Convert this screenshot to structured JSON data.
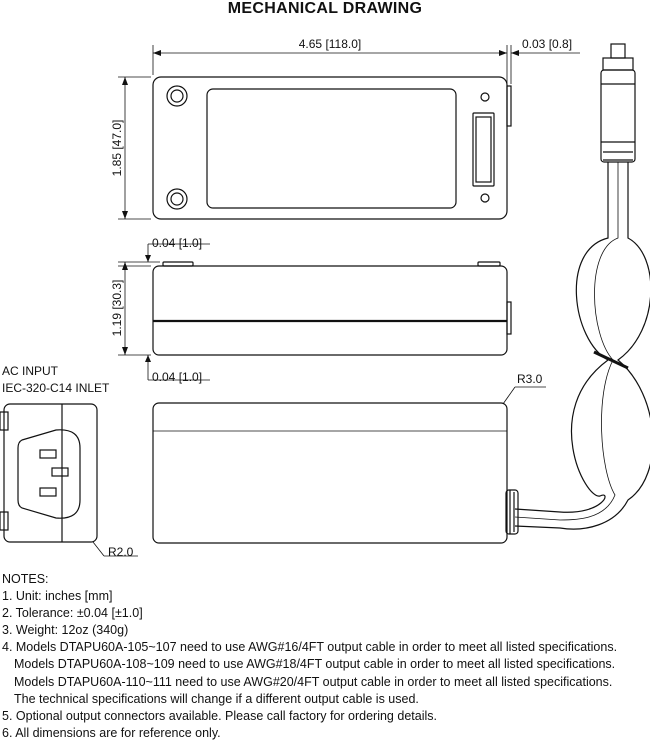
{
  "title": "MECHANICAL DRAWING",
  "dimensions": {
    "length": "4.65 [118.0]",
    "protrusion": "0.03 [0.8]",
    "width": "1.85 [47.0]",
    "foot_top": "0.04 [1.0]",
    "height": "1.19 [30.3]",
    "foot_bottom": "0.04 [1.0]",
    "radius_body": "R3.0",
    "radius_inlet": "R2.0"
  },
  "ac_input": {
    "line1": "AC INPUT",
    "line2": "IEC-320-C14 INLET"
  },
  "notes": {
    "heading": "NOTES:",
    "items": [
      "1. Unit: inches [mm]",
      "2. Tolerance: ±0.04 [±1.0]",
      "3. Weight: 12oz (340g)",
      "4. Models DTAPU60A-105~107 need to use AWG#16/4FT output cable in order to meet all listed specifications.",
      "Models DTAPU60A-108~109 need to use AWG#18/4FT output cable in order to meet all listed specifications.",
      "Models DTAPU60A-110~111 need to use AWG#20/4FT output cable in order to meet all listed specifications.",
      "The technical specifications will change if a different output cable is used.",
      "5. Optional output connectors available. Please call factory for ordering details.",
      "6. All dimensions are for reference only."
    ]
  }
}
